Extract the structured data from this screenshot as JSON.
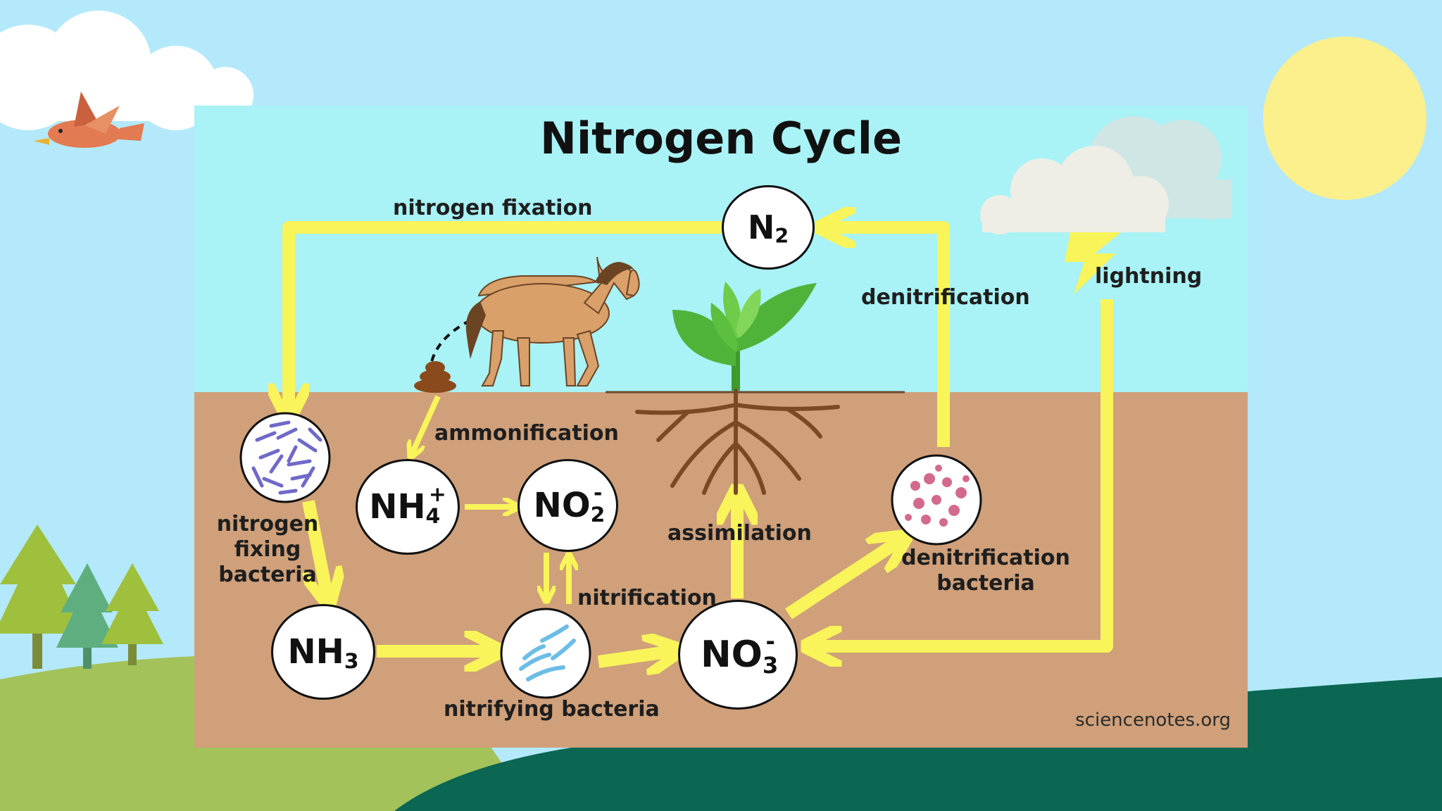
{
  "title": "Nitrogen Cycle",
  "nodes": {
    "n2": {
      "base": "N",
      "sub": "2"
    },
    "nh4": {
      "base": "NH",
      "sub": "4",
      "sup": "+"
    },
    "no2": {
      "base": "NO",
      "sub": "2",
      "sup": "-"
    },
    "nh3": {
      "base": "NH",
      "sub": "3"
    },
    "no3": {
      "base": "NO",
      "sub": "3",
      "sup": "-"
    }
  },
  "labels": {
    "nitrogen_fixation": "nitrogen fixation",
    "denitrification": "denitrification",
    "lightning": "lightning",
    "ammonification": "ammonification",
    "assimilation": "assimilation",
    "nitrification": "nitrification",
    "nitrifying_bacteria": "nitrifying bacteria",
    "nitrogen_fixing_bacteria_1": "nitrogen",
    "nitrogen_fixing_bacteria_2": "fixing",
    "nitrogen_fixing_bacteria_3": "bacteria",
    "denitrification_bacteria_1": "denitrification",
    "denitrification_bacteria_2": "bacteria"
  },
  "credit": "sciencenotes.org",
  "colors": {
    "sky": "#b4e9fb",
    "panel_sky": "#a9f2f6",
    "soil": "#cfa07a",
    "arrow": "#f8f45a",
    "hill_light": "#a3c25a",
    "hill_dark": "#0b6652",
    "sun": "#fbf08c"
  },
  "icons": [
    "cloud-icon",
    "bird-icon",
    "sun-icon",
    "tree-icon",
    "horse-icon",
    "plant-icon",
    "lightning-icon",
    "bacteria-icon"
  ]
}
